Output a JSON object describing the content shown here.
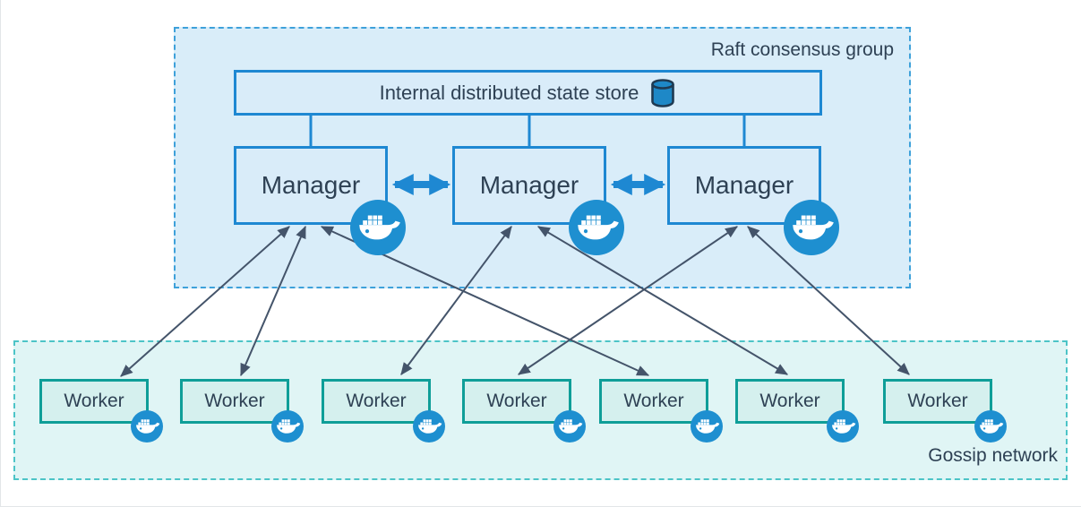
{
  "raft_group": {
    "label": "Raft consensus group",
    "state_store": {
      "label": "Internal distributed state store"
    },
    "managers": [
      {
        "label": "Manager"
      },
      {
        "label": "Manager"
      },
      {
        "label": "Manager"
      }
    ]
  },
  "gossip_network": {
    "label": "Gossip network",
    "workers": [
      {
        "label": "Worker"
      },
      {
        "label": "Worker"
      },
      {
        "label": "Worker"
      },
      {
        "label": "Worker"
      },
      {
        "label": "Worker"
      },
      {
        "label": "Worker"
      },
      {
        "label": "Worker"
      }
    ]
  },
  "icons": {
    "database": "database-cylinder-icon",
    "docker": "docker-whale-icon"
  },
  "colors": {
    "raft_group_fill": "#d9edf9",
    "raft_group_border": "#3ea1da",
    "gossip_fill": "#e0f5f5",
    "gossip_border": "#4cc4c7",
    "blue_box_fill": "#d9ecf9",
    "blue_box_border": "#1e88d2",
    "worker_box_fill": "#d5f0ee",
    "worker_box_border": "#0f9e98",
    "docker_badge_blue": "#1e8fd0",
    "thin_link_arrow": "#44546a",
    "text": "#2e4154"
  },
  "connections": {
    "store_to_managers": [
      "Manager 1",
      "Manager 2",
      "Manager 3"
    ],
    "managers_bidirectional": [
      "Manager 1 - Manager 2",
      "Manager 2 - Manager 3"
    ],
    "manager_worker_links": [
      {
        "manager": 1,
        "worker": 1
      },
      {
        "manager": 1,
        "worker": 2
      },
      {
        "manager": 1,
        "worker": 5
      },
      {
        "manager": 2,
        "worker": 3
      },
      {
        "manager": 2,
        "worker": 6
      },
      {
        "manager": 3,
        "worker": 4
      },
      {
        "manager": 3,
        "worker": 7
      }
    ]
  }
}
